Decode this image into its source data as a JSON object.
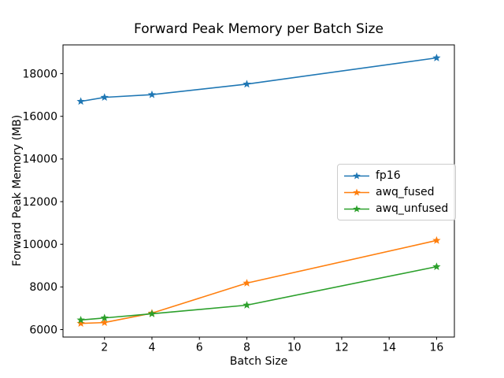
{
  "chart_data": {
    "type": "line",
    "title": "Forward Peak Memory per Batch Size",
    "xlabel": "Batch Size",
    "ylabel": "Forward Peak Memory (MB)",
    "x": [
      1,
      2,
      4,
      8,
      16
    ],
    "series": [
      {
        "name": "fp16",
        "color": "#1f77b4",
        "values": [
          16700,
          16890,
          17015,
          17510,
          18740
        ]
      },
      {
        "name": "awq_fused",
        "color": "#ff7f0e",
        "values": [
          6290,
          6330,
          6770,
          8180,
          10180
        ]
      },
      {
        "name": "awq_unfused",
        "color": "#2ca02c",
        "values": [
          6450,
          6545,
          6740,
          7145,
          8950
        ]
      }
    ],
    "marker": "star",
    "grid": false,
    "legend_position": "center right",
    "xticks": [
      2,
      4,
      6,
      8,
      10,
      12,
      14,
      16
    ],
    "yticks": [
      6000,
      8000,
      10000,
      12000,
      14000,
      16000,
      18000
    ],
    "xlim": [
      0.25,
      16.75
    ],
    "ylim": [
      5650,
      19350
    ],
    "spine_color": "#000000",
    "background": "#ffffff"
  }
}
